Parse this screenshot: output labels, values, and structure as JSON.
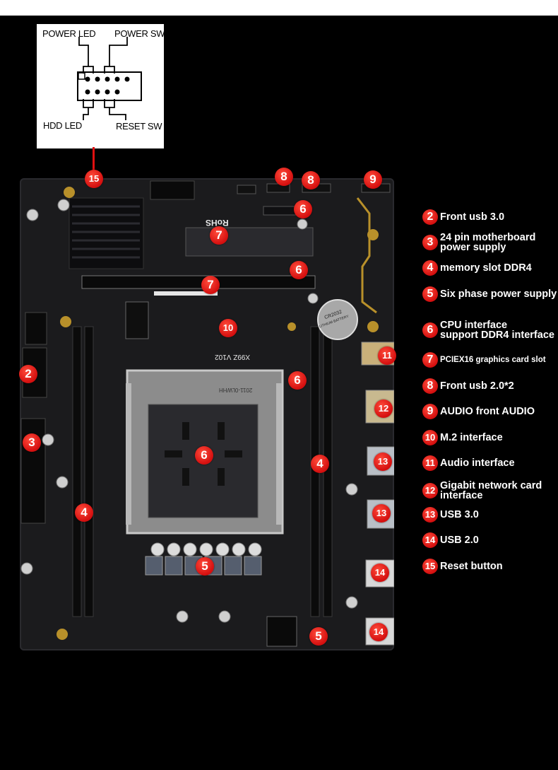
{
  "colors": {
    "background": "#000000",
    "marker": "#e01010",
    "board": "#1b1b1d",
    "text": "#ffffff"
  },
  "front_panel": {
    "power_led": "POWER LED",
    "power_sw": "POWER SW",
    "hdd_led": "HDD LED",
    "reset_sw": "RESET SW"
  },
  "board_print": {
    "rohs": "RoHS",
    "model": "X99Z V102",
    "socket": "2011-0LWHH",
    "battery_line1": "CR2032",
    "battery_line2": "LITHIUM BATTERY"
  },
  "markers": {
    "m2a": "2",
    "m3": "3",
    "m4a": "4",
    "m4b": "4",
    "m5a": "5",
    "m5b": "5",
    "m6a": "6",
    "m6b": "6",
    "m6c": "6",
    "m6d": "6",
    "m7a": "7",
    "m7b": "7",
    "m8a": "8",
    "m8b": "8",
    "m9": "9",
    "m10": "10",
    "m11": "11",
    "m12": "12",
    "m13a": "13",
    "m13b": "13",
    "m14a": "14",
    "m14b": "14",
    "m15": "15"
  },
  "legend": [
    {
      "num": "2",
      "text": "Front usb 3.0"
    },
    {
      "num": "3",
      "text": "24 pin motherboard\npower supply"
    },
    {
      "num": "4",
      "text": "memory slot DDR4"
    },
    {
      "num": "5",
      "text": "Six phase power supply"
    },
    {
      "num": "6",
      "text": "CPU interface\nsupport DDR4 interface"
    },
    {
      "num": "7",
      "text": "PCIEX16 graphics card slot"
    },
    {
      "num": "8",
      "text": "Front usb 2.0*2"
    },
    {
      "num": "9",
      "text": "AUDIO front AUDIO"
    },
    {
      "num": "10",
      "text": "M.2 interface"
    },
    {
      "num": "11",
      "text": "Audio interface"
    },
    {
      "num": "12",
      "text": "Gigabit network card\ninterface"
    },
    {
      "num": "13",
      "text": "USB 3.0"
    },
    {
      "num": "14",
      "text": "USB 2.0"
    },
    {
      "num": "15",
      "text": "Reset button"
    }
  ]
}
